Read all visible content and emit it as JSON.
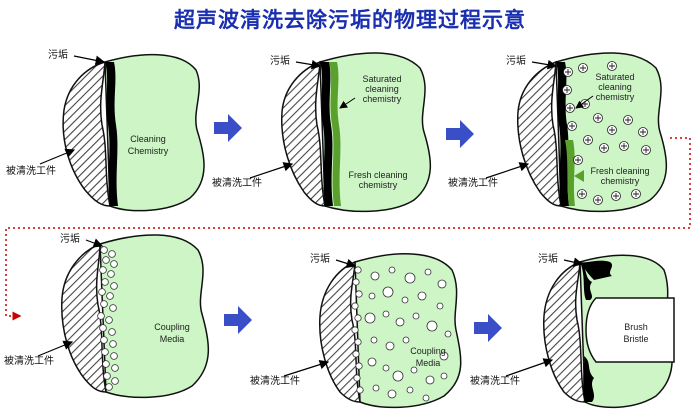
{
  "title": "超声波清洗去除污垢的物理过程示意",
  "colors": {
    "title": "#1a2fb0",
    "liquid_fill": "#cdf5c6",
    "outline": "#111111",
    "dirt": "#000000",
    "saturated_layer": "#5aa02c",
    "arrow_blue": "#3a4ec8",
    "connector_red": "#cc0000"
  },
  "common_labels": {
    "dirt": "污垢",
    "workpiece": "被清洗工件"
  },
  "panels": [
    {
      "id": 1,
      "texts": [
        "Cleaning",
        "Chemistry"
      ]
    },
    {
      "id": 2,
      "texts": [
        "Saturated",
        "cleaning",
        "chemistry",
        "Fresh cleaning",
        "chemistry"
      ]
    },
    {
      "id": 3,
      "texts": [
        "Saturated",
        "cleaning",
        "chemistry",
        "Fresh cleaning",
        "chemistry"
      ]
    },
    {
      "id": 4,
      "texts": [
        "Coupling",
        "Media"
      ]
    },
    {
      "id": 5,
      "texts": [
        "Coupling",
        "Media"
      ]
    },
    {
      "id": 6,
      "texts": [
        "Brush",
        "Bristle"
      ]
    }
  ],
  "icons": {
    "flow_arrow": "blue-right-arrow-icon",
    "ion": "plus-circle-icon",
    "connector": "red-dotted-connector-icon"
  }
}
